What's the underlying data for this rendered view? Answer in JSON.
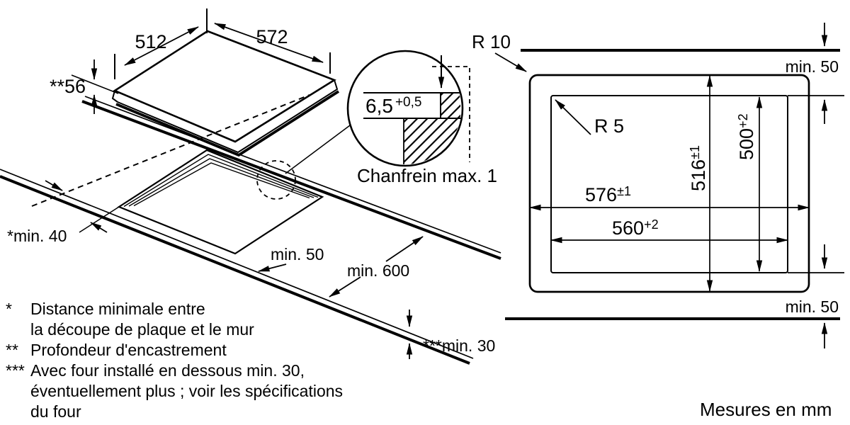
{
  "colors": {
    "ink": "#000000",
    "background": "#ffffff"
  },
  "hob": {
    "depth": "512",
    "width": "572",
    "height_marker": "**",
    "height_value": "56"
  },
  "worktop": {
    "wall_distance_marker": "*",
    "wall_distance": "min. 40",
    "edge_distance": "min. 50",
    "depth": "min. 600",
    "oven_gap_marker": "***",
    "oven_gap": "min. 30"
  },
  "detail": {
    "recess_depth": "6,5",
    "recess_tolerance": "+0,5",
    "caption": "Chanfrein max. 1"
  },
  "plan": {
    "outer_corner_radius": "R 10",
    "inner_corner_radius": "R 5",
    "top_wall_clearance": "min. 50",
    "bottom_wall_clearance": "min. 50",
    "hob_width": "576",
    "hob_width_tolerance": "±1",
    "cutout_width": "560",
    "cutout_width_tolerance": "+2",
    "hob_depth": "516",
    "hob_depth_tolerance": "±1",
    "cutout_depth": "500",
    "cutout_depth_tolerance": "+2"
  },
  "footnotes": [
    {
      "marker": "*",
      "lines": [
        "Distance minimale entre",
        "la découpe de plaque et le mur"
      ]
    },
    {
      "marker": "**",
      "lines": [
        "Profondeur d'encastrement"
      ]
    },
    {
      "marker": "***",
      "lines": [
        "Avec four installé en dessous min. 30,",
        "éventuellement plus ; voir les spécifications",
        "du four"
      ]
    }
  ],
  "units_note": "Mesures en mm"
}
